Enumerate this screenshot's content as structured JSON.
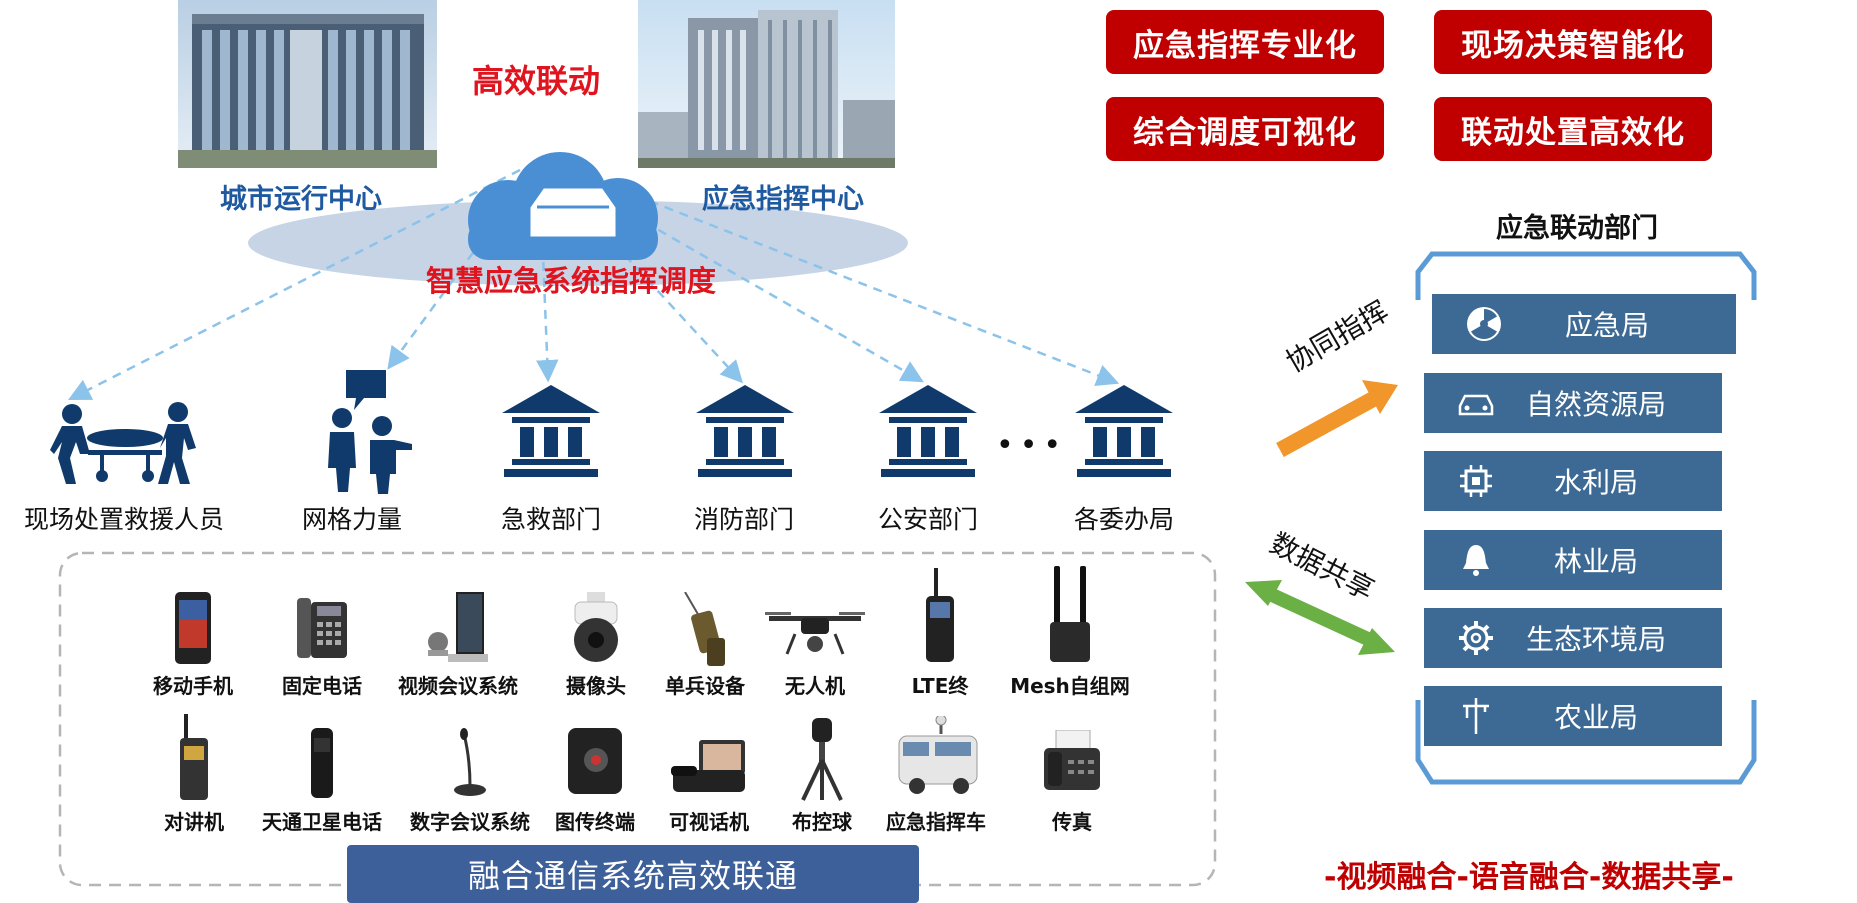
{
  "top": {
    "left_building_label": "城市运行中心",
    "right_building_label": "应急指挥中心",
    "link_label": "高效联动",
    "platform_label": "智慧应急系统指挥调度"
  },
  "badges": [
    "应急指挥专业化",
    "现场决策智能化",
    "综合调度可视化",
    "联动处置高效化"
  ],
  "actors": [
    "现场处置救援人员",
    "网格力量",
    "急救部门",
    "消防部门",
    "公安部门",
    "各委办局"
  ],
  "ellipsis": "•••",
  "devices_row1": [
    "移动手机",
    "固定电话",
    "视频会议系统",
    "摄像头",
    "单兵设备",
    "无人机",
    "LTE终端",
    "Mesh自组网"
  ],
  "devices_row2": [
    "对讲机",
    "天通卫星电话",
    "数字会议系统",
    "图传终端",
    "可视话机",
    "布控球",
    "应急指挥车",
    "传真"
  ],
  "comm_bar_label": "融合通信系统高效联通",
  "right_panel": {
    "title": "应急联动部门",
    "departments": [
      {
        "icon": "radiation-icon",
        "label": "应急局"
      },
      {
        "icon": "car-icon",
        "label": "自然资源局"
      },
      {
        "icon": "chip-icon",
        "label": "水利局"
      },
      {
        "icon": "bell-icon",
        "label": "林业局"
      },
      {
        "icon": "gear-icon",
        "label": "生态环境局"
      },
      {
        "icon": "pole-icon",
        "label": "农业局"
      }
    ]
  },
  "arrows": {
    "coordination_label": "协同指挥",
    "data_share_label": "数据共享"
  },
  "footer_slogan": "-视频融合-语音融合-数据共享-",
  "colors": {
    "badge_red": "#c00000",
    "accent_red": "#e0141e",
    "caption_blue": "#1f5aa0",
    "navy_icon": "#0f3a6b",
    "dept_fill": "#3d6a95",
    "panel_border": "#5b9bd5",
    "comm_bar": "#3d5f9a",
    "orange_arrow": "#f0962a",
    "green_arrow": "#6ab045"
  }
}
